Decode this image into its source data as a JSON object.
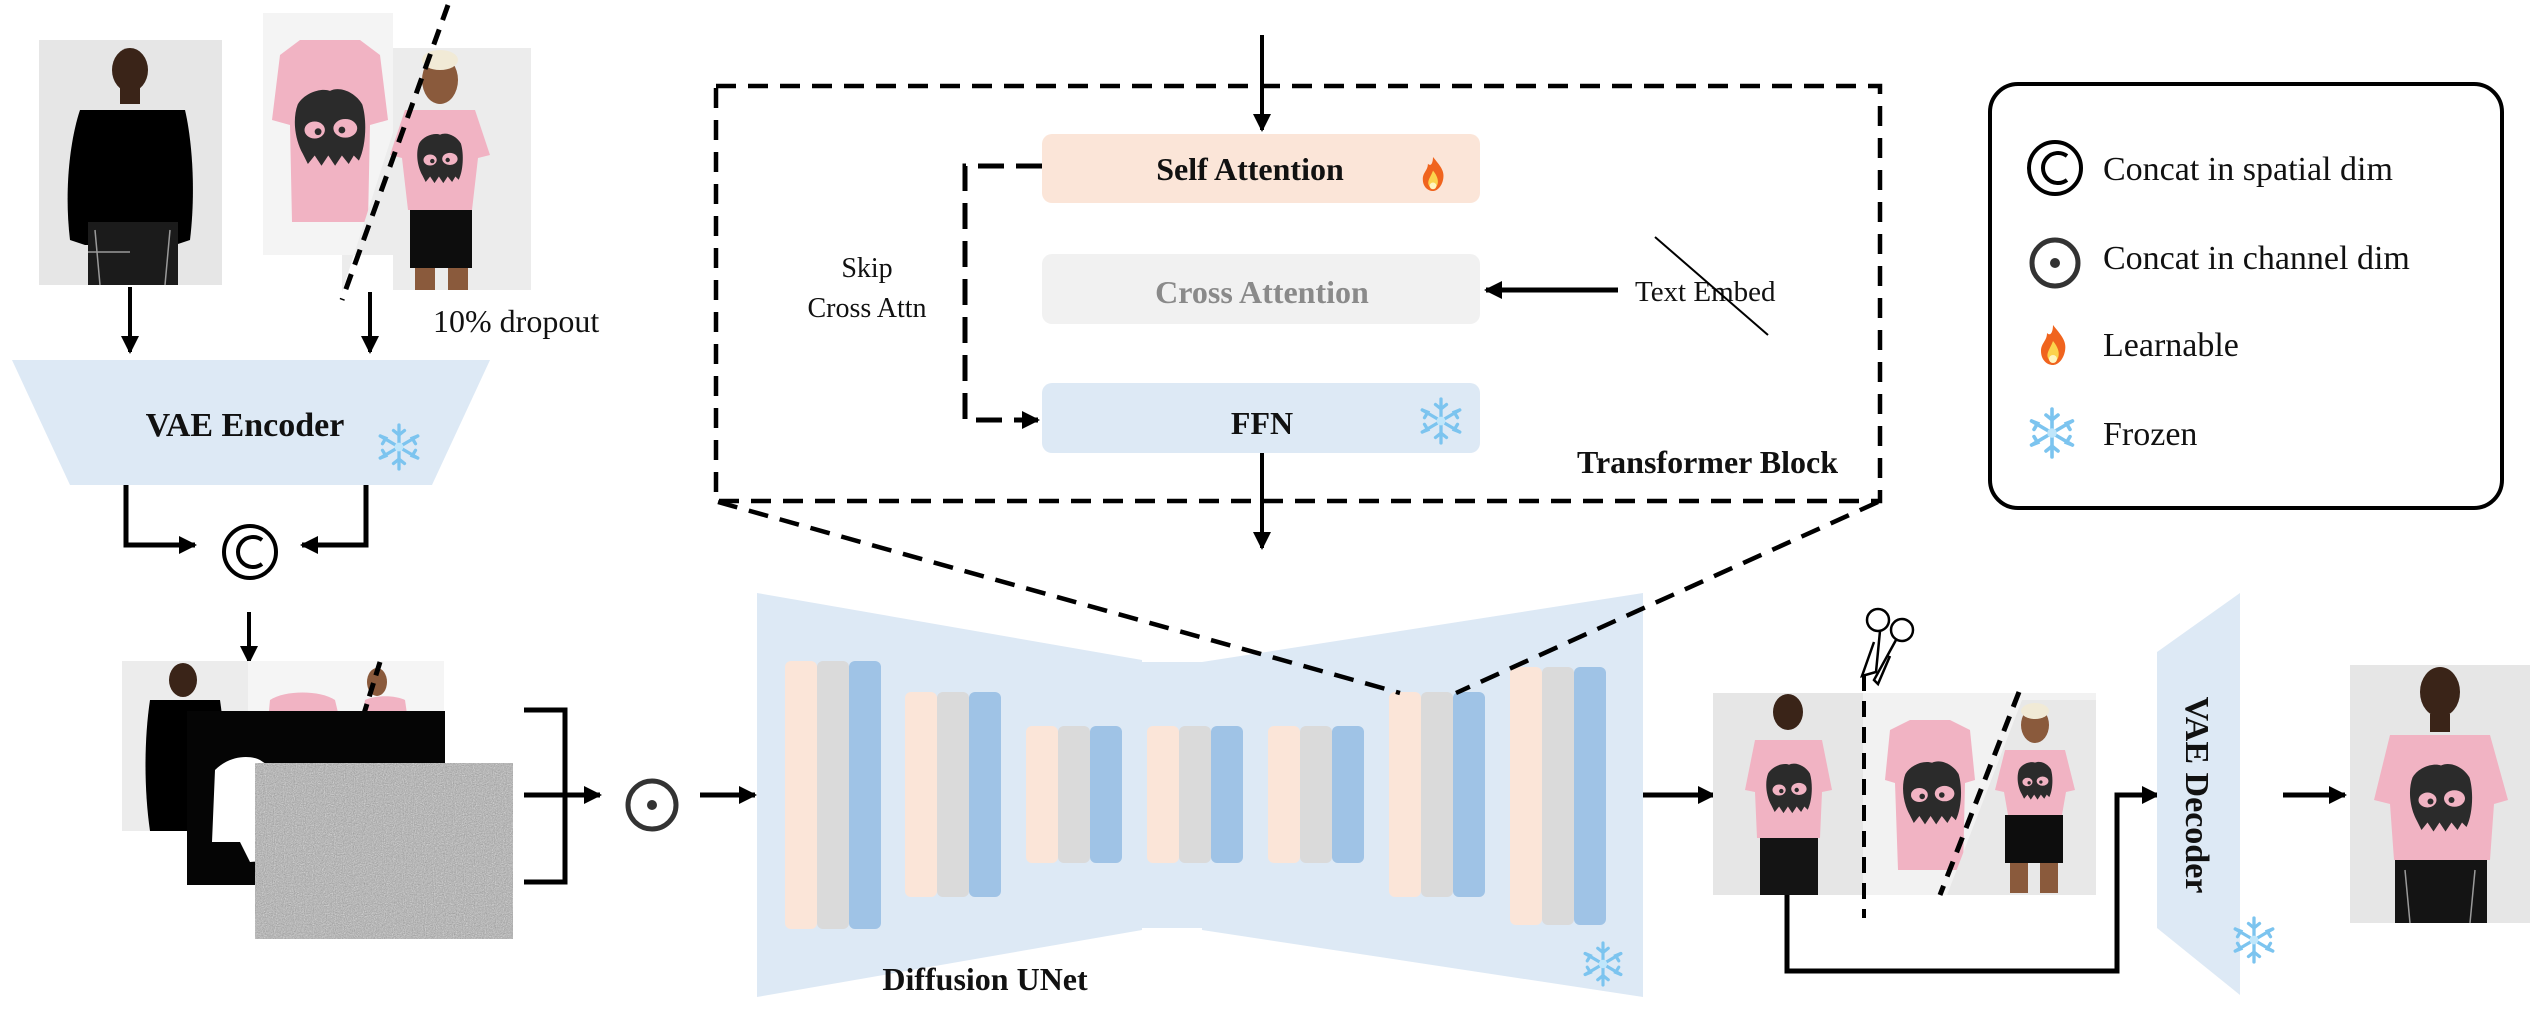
{
  "inputs": {
    "person_image": "person-in-masked-black-sweater",
    "garment_image": "pink-monster-tshirt",
    "model_image": "model-wearing-pink-tshirt",
    "dropout_label": "10% dropout"
  },
  "vae_encoder": {
    "label": "VAE Encoder",
    "status_icon": "snowflake-icon"
  },
  "stack": {
    "layers": [
      "concatenated-person-garment-image",
      "agnostic-mask",
      "gaussian-noise"
    ]
  },
  "transformer_block": {
    "title": "Transformer Block",
    "skip_label_line1": "Skip",
    "skip_label_line2": "Cross Attn",
    "self_attention": {
      "label": "Self Attention",
      "status_icon": "fire-icon"
    },
    "cross_attention": {
      "label": "Cross Attention"
    },
    "ffn": {
      "label": "FFN",
      "status_icon": "snowflake-icon"
    },
    "text_embed": "Text Embed"
  },
  "unet": {
    "label": "Diffusion UNet",
    "status_icon": "snowflake-icon",
    "block_colors": {
      "self_attention": "#fbe5d8",
      "cross_attention": "#dadada",
      "ffn": "#9fc3e6"
    },
    "block_count": 7
  },
  "vae_decoder": {
    "label": "VAE Decoder",
    "status_icon": "snowflake-icon"
  },
  "output": {
    "image": "person-wearing-pink-tshirt"
  },
  "legend": {
    "items": [
      {
        "symbol": "©",
        "icon": "concat-spatial-icon",
        "label": "Concat in spatial dim"
      },
      {
        "symbol": "⊙",
        "icon": "concat-channel-icon",
        "label": "Concat in channel dim"
      },
      {
        "symbol": "🔥",
        "icon": "fire-icon",
        "label": "Learnable"
      },
      {
        "symbol": "❄",
        "icon": "snowflake-icon",
        "label": "Frozen"
      }
    ]
  },
  "colors": {
    "light_blue": "#dde9f5",
    "peach": "#fbe5d8",
    "gray_box": "#f1f1f1",
    "cross_attn_text": "#8a8a8a",
    "pink_shirt": "#f1b3c3",
    "noise_gray": "#a8a8a8"
  }
}
